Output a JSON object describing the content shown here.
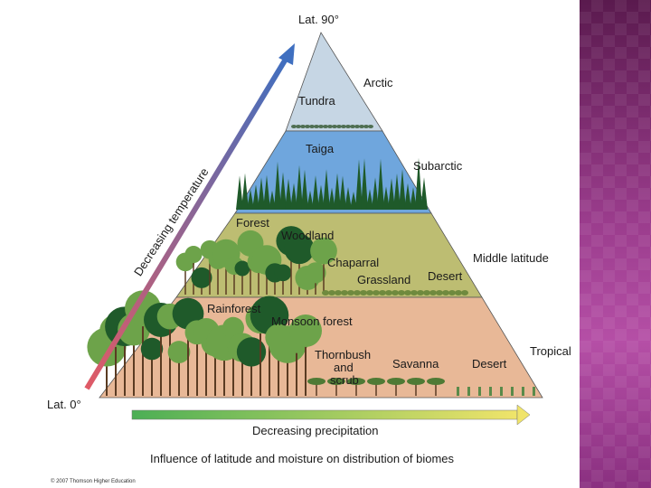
{
  "labels": {
    "lat_top": "Lat. 90°",
    "lat_bottom": "Lat. 0°",
    "temperature": "Decreasing temperature",
    "precipitation": "Decreasing precipitation",
    "caption": "Influence of latitude and moisture on distribution of biomes",
    "credit": "© 2007 Thomson Higher Education"
  },
  "zones": [
    {
      "name": "Arctic",
      "color": "#c6d6e4",
      "biomes": [
        "Tundra"
      ]
    },
    {
      "name": "Subarctic",
      "color": "#6fa6dd",
      "biomes": [
        "Taiga"
      ]
    },
    {
      "name": "Middle latitude",
      "color": "#bdbd72",
      "biomes": [
        "Forest",
        "Woodland",
        "Chaparral",
        "Grassland",
        "Desert"
      ]
    },
    {
      "name": "Tropical",
      "color": "#e8b897",
      "biomes": [
        "Rainforest",
        "Monsoon forest",
        "Thornbush",
        "and",
        "scrub",
        "Savanna",
        "Desert"
      ]
    }
  ],
  "colors": {
    "temp_arrow_bottom": "#e05a66",
    "temp_arrow_top": "#3f6fc0",
    "precip_arrow_left": "#4caf55",
    "precip_arrow_right": "#f0e46a",
    "tree_dark": "#1f5a2a",
    "tree_light": "#6da34a",
    "panel": "#9a3c8c"
  }
}
